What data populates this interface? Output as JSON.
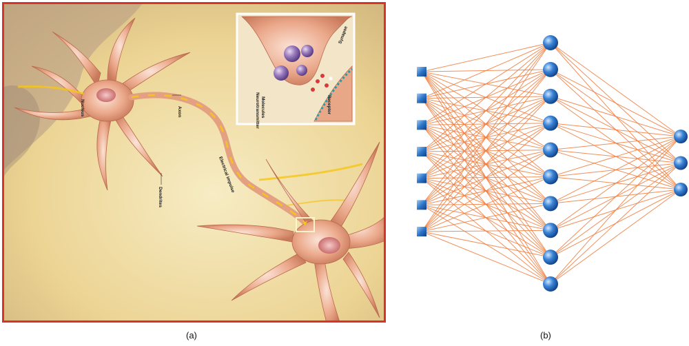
{
  "figure": {
    "caption_a": "(a)",
    "caption_b": "(b)"
  },
  "neuron_illustration": {
    "labels": {
      "nucleus": "Nucleus",
      "axon": "Axon",
      "dendrites": "Dendrites",
      "electrical_impulse": "Electrical impulse",
      "neurotransmitter": "Neurotransmitter",
      "molecules": "Molecules",
      "synapse": "Synapse",
      "receptor": "Receptor"
    },
    "colors": {
      "frame": "#d8322b",
      "background": "#efdca0",
      "neuron": "#e9a88a",
      "impulse": "#f5c518"
    }
  },
  "network": {
    "layer_sizes": [
      7,
      10,
      3
    ],
    "input_node_shape": "square",
    "hidden_node_shape": "sphere",
    "output_node_shape": "sphere",
    "colors": {
      "node": "#1f66b8",
      "edge": "#f07a3a"
    }
  }
}
